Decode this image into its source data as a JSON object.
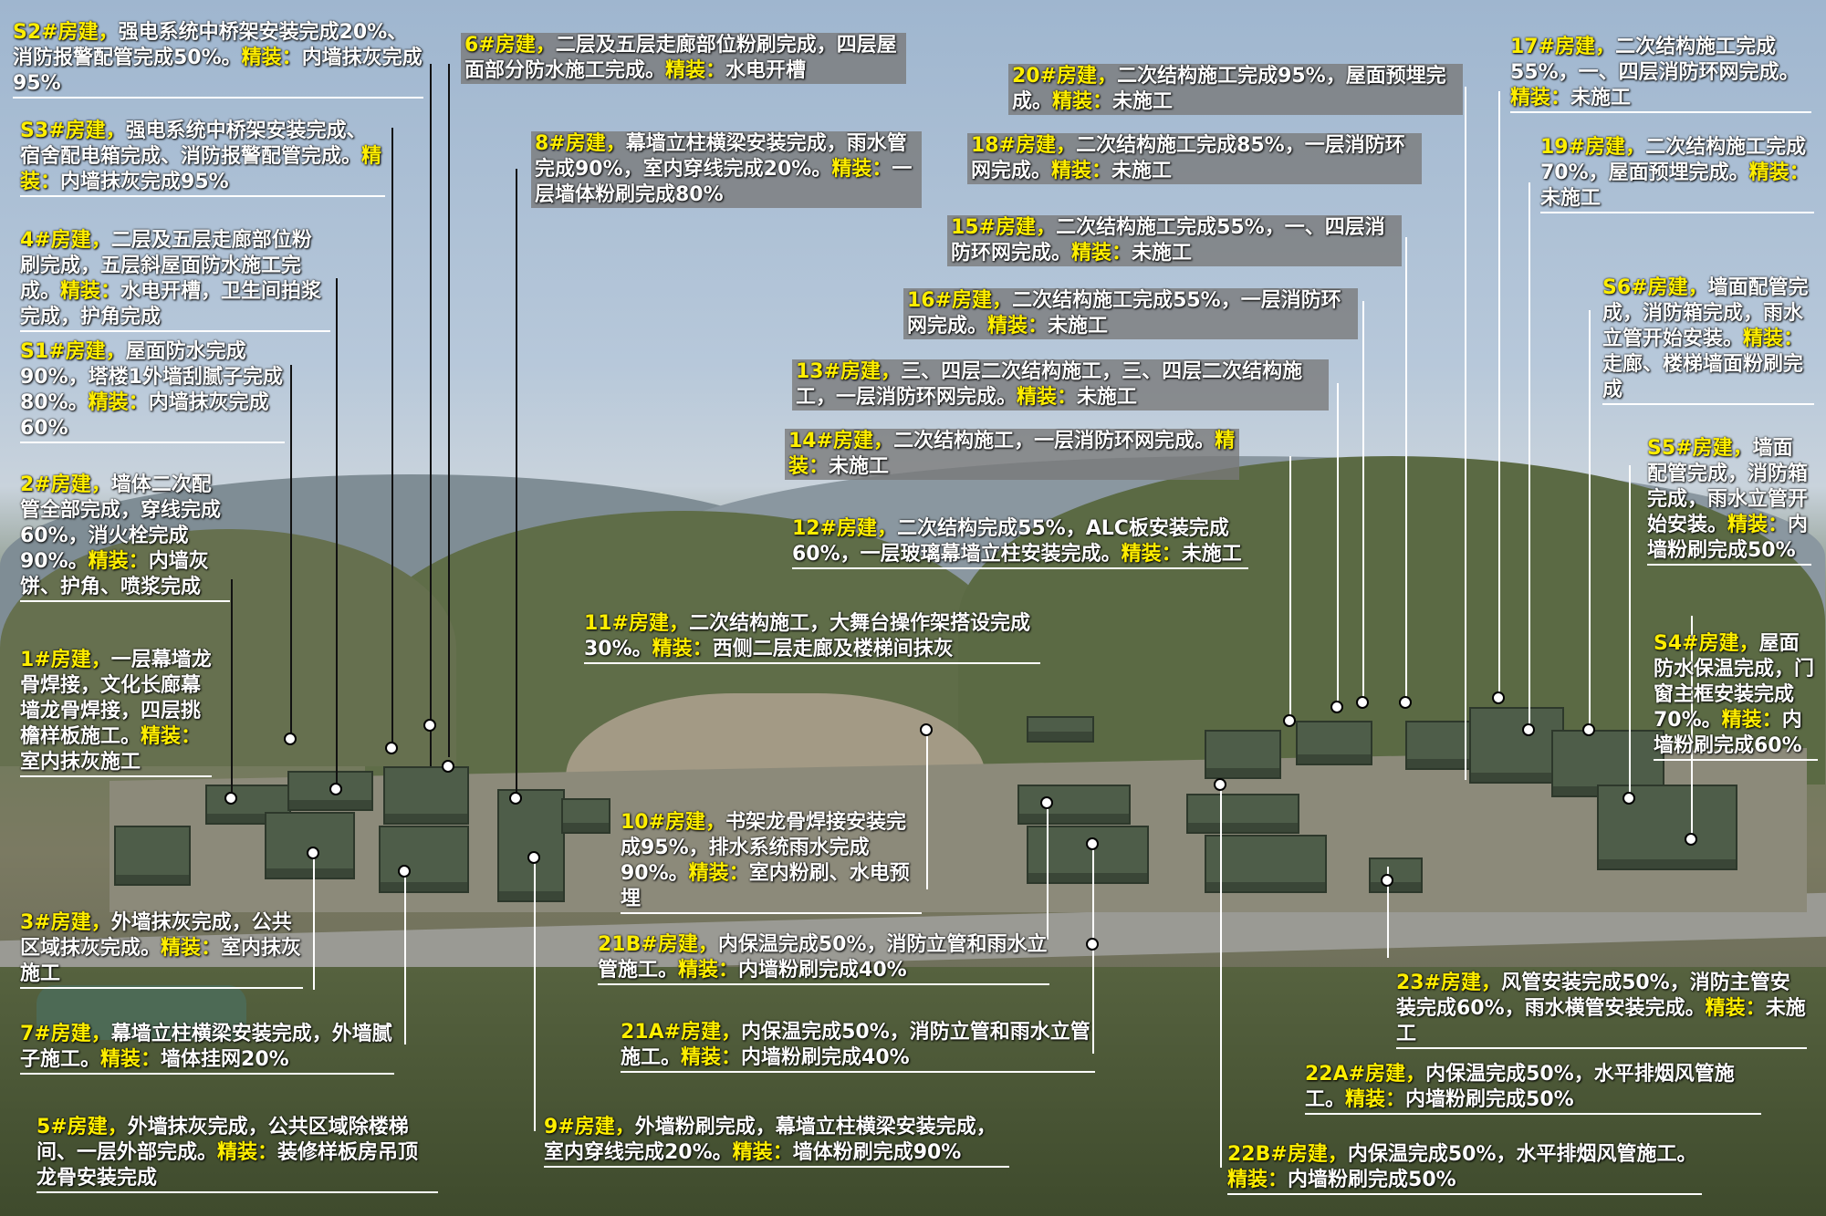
{
  "labels": [
    {
      "id": "s2",
      "name": "S2#房建，",
      "body": "强电系统中桥架安装完成20%、消防报警配管完成50%。",
      "fz": "精装：",
      "fzbody": "内墙抹灰完成95%"
    },
    {
      "id": "s3",
      "name": "S3#房建，",
      "body": "强电系统中桥架安装完成、宿舍配电箱完成、消防报警配管完成。",
      "fz": "精装：",
      "fzbody": "内墙抹灰完成95%"
    },
    {
      "id": "b4",
      "name": "4#房建，",
      "body": "二层及五层走廊部位粉刷完成，五层斜屋面防水施工完成。",
      "fz": "精装：",
      "fzbody": "水电开槽，卫生间拍浆完成，护角完成"
    },
    {
      "id": "s1",
      "name": "S1#房建，",
      "body": "屋面防水完成90%，塔楼1外墙刮腻子完成80%。",
      "fz": "精装：",
      "fzbody": "内墙抹灰完成60%"
    },
    {
      "id": "b2",
      "name": "2#房建，",
      "body": "墙体二次配管全部完成，穿线完成60%，消火栓完成90%。",
      "fz": "精装：",
      "fzbody": "内墙灰饼、护角、喷浆完成"
    },
    {
      "id": "b1",
      "name": "1#房建，",
      "body": "一层幕墙龙骨焊接，文化长廊幕墙龙骨焊接，四层挑檐样板施工。",
      "fz": "精装：",
      "fzbody": "室内抹灰施工"
    },
    {
      "id": "b3",
      "name": "3#房建，",
      "body": "外墙抹灰完成，公共区域抹灰完成。",
      "fz": "精装：",
      "fzbody": "室内抹灰施工"
    },
    {
      "id": "b7",
      "name": "7#房建，",
      "body": "幕墙立柱横梁安装完成，外墙腻子施工。",
      "fz": "精装：",
      "fzbody": "墙体挂网20%"
    },
    {
      "id": "b5",
      "name": "5#房建，",
      "body": "外墙抹灰完成，公共区域除楼梯间、一层外部完成。",
      "fz": "精装：",
      "fzbody": "装修样板房吊顶龙骨安装完成"
    },
    {
      "id": "b6",
      "name": "6#房建，",
      "body": "二层及五层走廊部位粉刷完成，四层屋面部分防水施工完成。",
      "fz": "精装：",
      "fzbody": "水电开槽"
    },
    {
      "id": "b8",
      "name": "8#房建，",
      "body": "幕墙立柱横梁安装完成，雨水管完成90%，室内穿线完成20%。",
      "fz": "精装：",
      "fzbody": "一层墙体粉刷完成80%"
    },
    {
      "id": "b20",
      "name": "20#房建，",
      "body": "二次结构施工完成95%，屋面预埋完成。",
      "fz": "精装：",
      "fzbody": "未施工"
    },
    {
      "id": "b18",
      "name": "18#房建，",
      "body": "二次结构施工完成85%，一层消防环网完成。",
      "fz": "精装：",
      "fzbody": "未施工"
    },
    {
      "id": "b15",
      "name": "15#房建，",
      "body": "二次结构施工完成55%，一、四层消防环网完成。",
      "fz": "精装：",
      "fzbody": "未施工"
    },
    {
      "id": "b16",
      "name": "16#房建，",
      "body": "二次结构施工完成55%，一层消防环网完成。",
      "fz": "精装：",
      "fzbody": "未施工"
    },
    {
      "id": "b13",
      "name": "13#房建，",
      "body": "三、四层二次结构施工，三、四层二次结构施工，一层消防环网完成。",
      "fz": "精装：",
      "fzbody": "未施工"
    },
    {
      "id": "b14",
      "name": "14#房建，",
      "body": "二次结构施工，一层消防环网完成。",
      "fz": "精装：",
      "fzbody": "未施工"
    },
    {
      "id": "b12",
      "name": "12#房建，",
      "body": "二次结构完成55%，ALC板安装完成60%，一层玻璃幕墙立柱安装完成。",
      "fz": "精装：",
      "fzbody": "未施工"
    },
    {
      "id": "b11",
      "name": "11#房建，",
      "body": "二次结构施工，大舞台操作架搭设完成30%。",
      "fz": "精装：",
      "fzbody": "西侧二层走廊及楼梯间抹灰"
    },
    {
      "id": "b10",
      "name": "10#房建，",
      "body": "书架龙骨焊接安装完成95%，排水系统雨水完成90%。",
      "fz": "精装：",
      "fzbody": "室内粉刷、水电预埋"
    },
    {
      "id": "b21b",
      "name": "21B#房建，",
      "body": "内保温完成50%，消防立管和雨水立管施工。",
      "fz": "精装：",
      "fzbody": "内墙粉刷完成40%"
    },
    {
      "id": "b21a",
      "name": "21A#房建，",
      "body": "内保温完成50%，消防立管和雨水立管施工。",
      "fz": "精装：",
      "fzbody": "内墙粉刷完成40%"
    },
    {
      "id": "b9",
      "name": "9#房建，",
      "body": "外墙粉刷完成，幕墙立柱横梁安装完成，室内穿线完成20%。",
      "fz": "精装：",
      "fzbody": "墙体粉刷完成90%"
    },
    {
      "id": "b17",
      "name": "17#房建，",
      "body": "二次结构施工完成55%，一、四层消防环网完成。",
      "fz": "精装：",
      "fzbody": "未施工"
    },
    {
      "id": "b19",
      "name": "19#房建，",
      "body": "二次结构施工完成70%，屋面预埋完成。",
      "fz": "精装：",
      "fzbody": "未施工"
    },
    {
      "id": "s6",
      "name": "S6#房建，",
      "body": "墙面配管完成，消防箱完成，雨水立管开始安装。",
      "fz": "精装：",
      "fzbody": "走廊、楼梯墙面粉刷完成"
    },
    {
      "id": "s5",
      "name": "S5#房建，",
      "body": "墙面配管完成，消防箱完成，雨水立管开始安装。",
      "fz": "精装：",
      "fzbody": "内墙粉刷完成50%"
    },
    {
      "id": "s4",
      "name": "S4#房建，",
      "body": "屋面防水保温完成，门窗主框安装完成70%。",
      "fz": "精装：",
      "fzbody": "内墙粉刷完成60%"
    },
    {
      "id": "b23",
      "name": "23#房建，",
      "body": "风管安装完成50%，消防主管安装完成60%，雨水横管安装完成。",
      "fz": "精装：",
      "fzbody": "未施工"
    },
    {
      "id": "b22a",
      "name": "22A#房建，",
      "body": "内保温完成50%，水平排烟风管施工。",
      "fz": "精装：",
      "fzbody": "内墙粉刷完成50%"
    },
    {
      "id": "b22b",
      "name": "22B#房建，",
      "body": "内保温完成50%，水平排烟风管施工。",
      "fz": "精装：",
      "fzbody": "内墙粉刷完成50%"
    }
  ]
}
